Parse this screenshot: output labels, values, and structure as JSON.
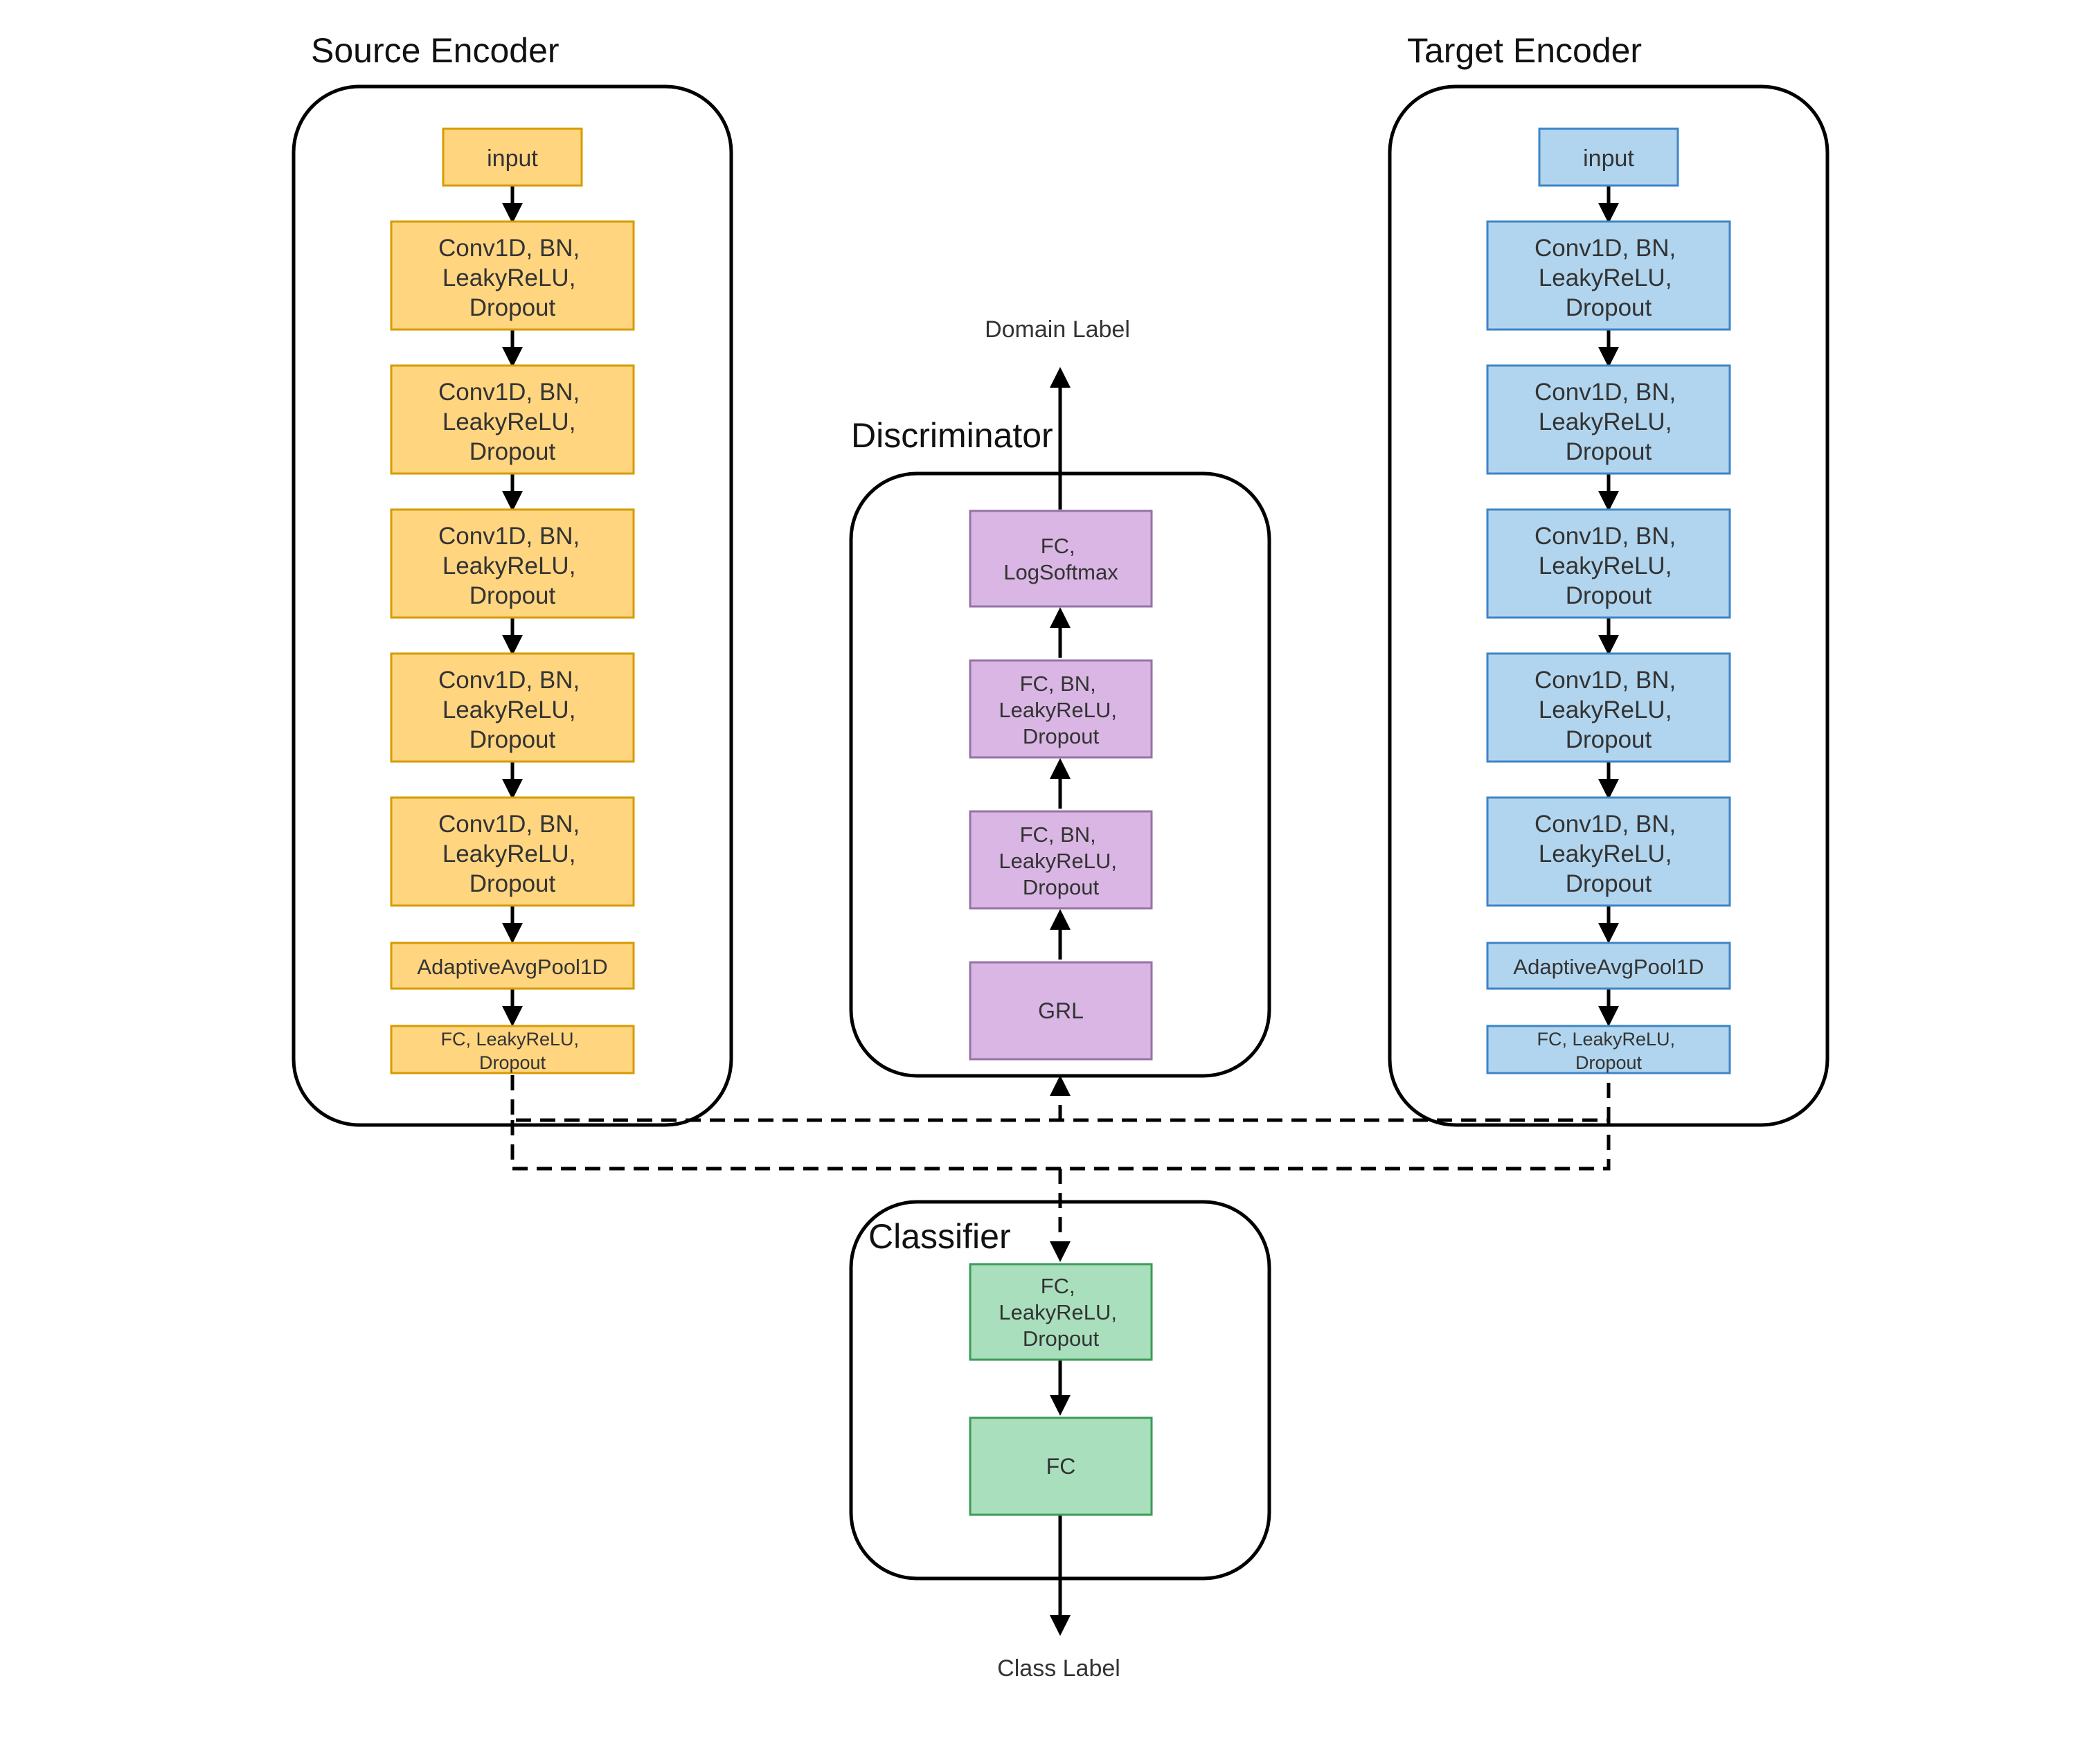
{
  "colors": {
    "source": {
      "fill": "#ffd580",
      "stroke": "#d79b00"
    },
    "target": {
      "fill": "#b1d5ee",
      "stroke": "#3d85c6"
    },
    "discriminator": {
      "fill": "#d9b6e3",
      "stroke": "#9673a6"
    },
    "classifier": {
      "fill": "#a9dfbd",
      "stroke": "#3d9a58"
    }
  },
  "source_encoder": {
    "title": "Source Encoder",
    "blocks": [
      {
        "lines": [
          "input"
        ]
      },
      {
        "lines": [
          "Conv1D, BN,",
          "LeakyReLU,",
          "Dropout"
        ]
      },
      {
        "lines": [
          "Conv1D, BN,",
          "LeakyReLU,",
          "Dropout"
        ]
      },
      {
        "lines": [
          "Conv1D, BN,",
          "LeakyReLU,",
          "Dropout"
        ]
      },
      {
        "lines": [
          "Conv1D, BN,",
          "LeakyReLU,",
          "Dropout"
        ]
      },
      {
        "lines": [
          "Conv1D, BN,",
          "LeakyReLU,",
          "Dropout"
        ]
      },
      {
        "lines": [
          "AdaptiveAvgPool1D"
        ]
      },
      {
        "lines": [
          "FC, LeakyReLU,",
          "Dropout"
        ]
      }
    ]
  },
  "target_encoder": {
    "title": "Target Encoder",
    "blocks": [
      {
        "lines": [
          "input"
        ]
      },
      {
        "lines": [
          "Conv1D, BN,",
          "LeakyReLU,",
          "Dropout"
        ]
      },
      {
        "lines": [
          "Conv1D, BN,",
          "LeakyReLU,",
          "Dropout"
        ]
      },
      {
        "lines": [
          "Conv1D, BN,",
          "LeakyReLU,",
          "Dropout"
        ]
      },
      {
        "lines": [
          "Conv1D, BN,",
          "LeakyReLU,",
          "Dropout"
        ]
      },
      {
        "lines": [
          "Conv1D, BN,",
          "LeakyReLU,",
          "Dropout"
        ]
      },
      {
        "lines": [
          "AdaptiveAvgPool1D"
        ]
      },
      {
        "lines": [
          "FC, LeakyReLU,",
          "Dropout"
        ]
      }
    ]
  },
  "discriminator": {
    "title": "Discriminator",
    "output_label": "Domain Label",
    "blocks": [
      {
        "lines": [
          "FC,",
          "LogSoftmax"
        ]
      },
      {
        "lines": [
          "FC, BN,",
          "LeakyReLU,",
          "Dropout"
        ]
      },
      {
        "lines": [
          "FC, BN,",
          "LeakyReLU,",
          "Dropout"
        ]
      },
      {
        "lines": [
          "GRL"
        ]
      }
    ]
  },
  "classifier": {
    "title": "Classifier",
    "output_label": "Class Label",
    "blocks": [
      {
        "lines": [
          "FC,",
          "LeakyReLU,",
          "Dropout"
        ]
      },
      {
        "lines": [
          "FC"
        ]
      }
    ]
  }
}
